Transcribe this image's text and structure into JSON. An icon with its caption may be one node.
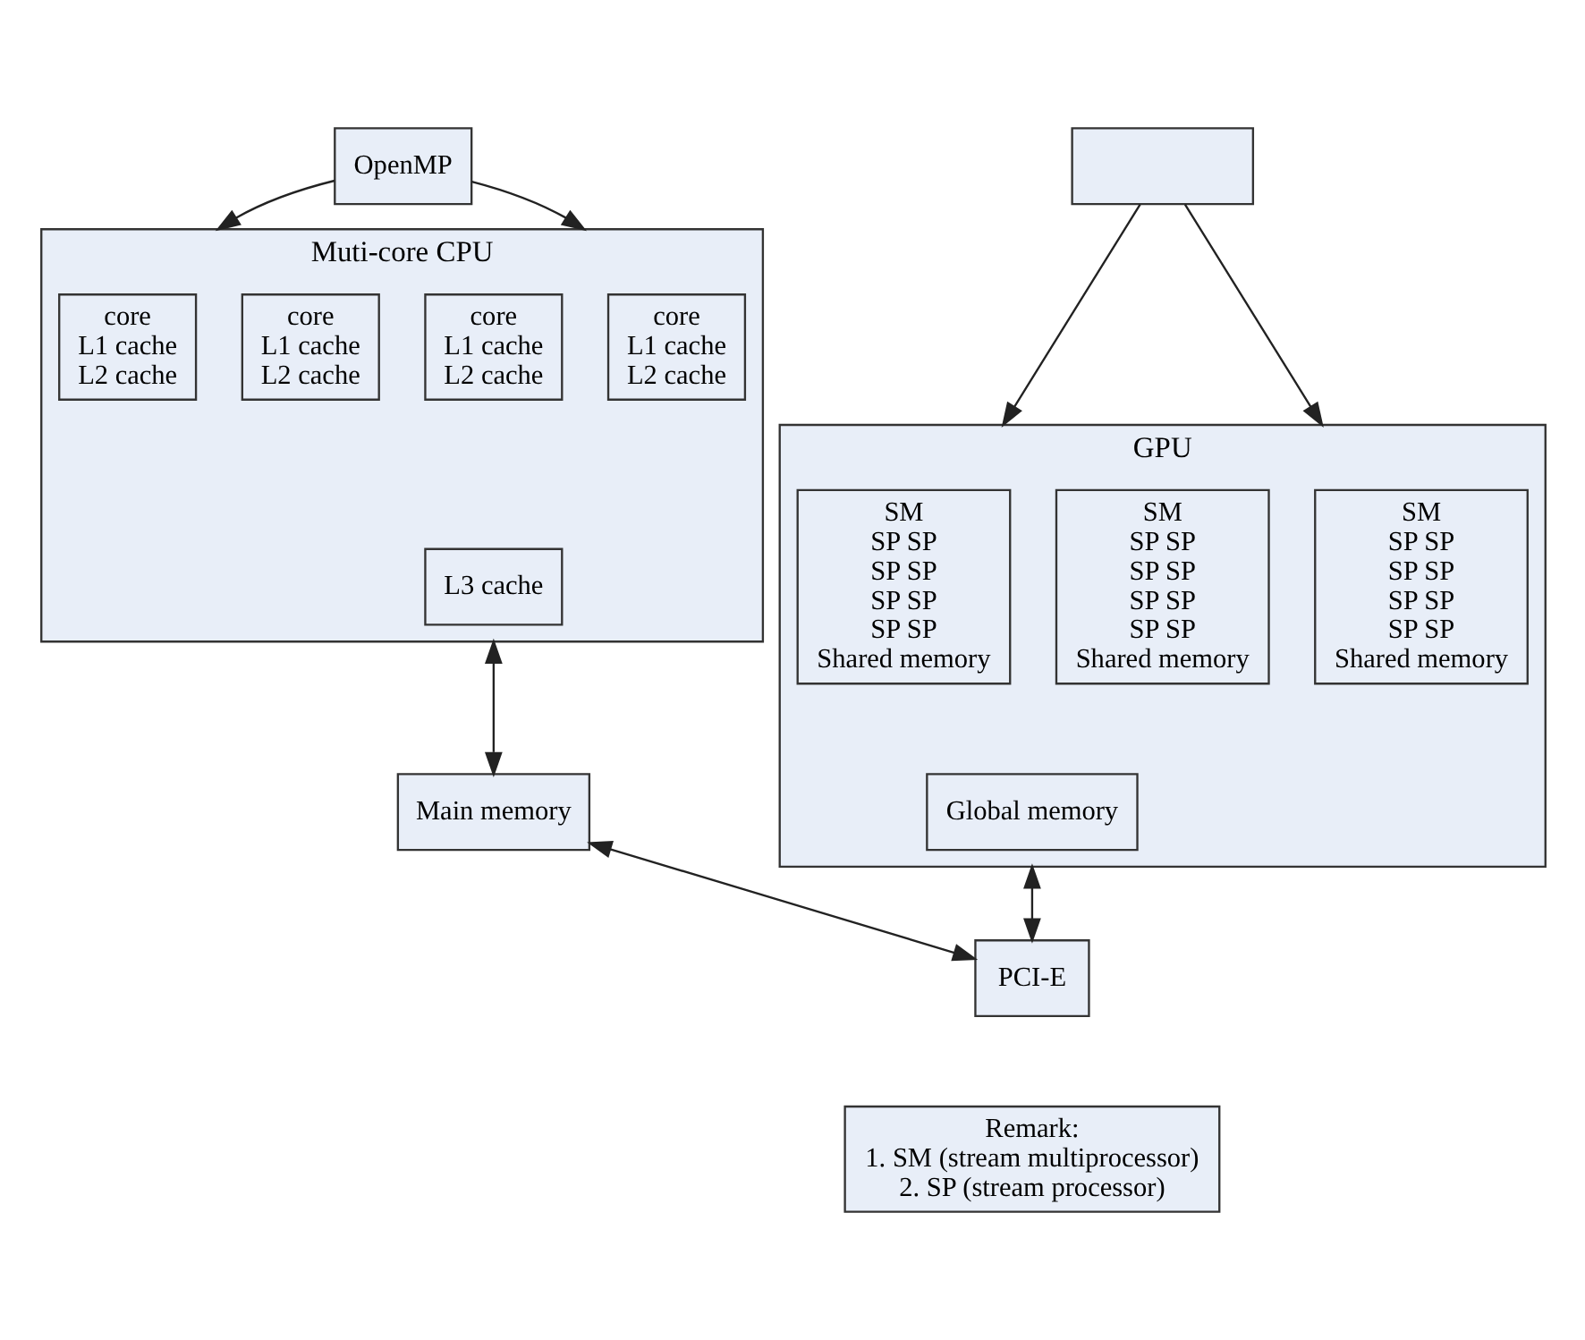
{
  "diagram": {
    "nodes": [
      {
        "text": [
          "OpenMP"
        ]
      },
      {
        "text": [],
        "shape": "box"
      },
      {
        "text": [
          "Muti-core CPU"
        ]
      },
      {
        "text": [
          "core",
          "L1 cache",
          "L2 cache"
        ],
        "in": 2
      },
      {
        "text": [
          "core",
          "L1 cache",
          "L2 cache"
        ],
        "in": 2
      },
      {
        "text": [
          "core",
          "L1 cache",
          "L2 cache"
        ],
        "in": 2
      },
      {
        "text": [
          "core",
          "L1 cache",
          "L2 cache"
        ],
        "in": 2
      },
      {
        "text": [
          "L3 cache"
        ],
        "in": 2
      },
      {
        "text": [
          "Main memory"
        ]
      },
      {
        "text": [
          "GPU"
        ]
      },
      {
        "text": [
          "SM",
          "SP SP",
          "SP SP",
          "SP SP",
          "SP SP",
          "Shared memory"
        ],
        "in": 9
      },
      {
        "text": [
          "SM",
          "SP SP",
          "SP SP",
          "SP SP",
          "SP SP",
          "Shared memory"
        ],
        "in": 9
      },
      {
        "text": [
          "SM",
          "SP SP",
          "SP SP",
          "SP SP",
          "SP SP",
          "Shared memory"
        ],
        "in": 9
      },
      {
        "text": [
          "Global memory"
        ],
        "in": 9
      },
      {
        "text": [
          "PCI-E"
        ]
      },
      {
        "text": [
          "Remark:",
          "1. SM (stream multiprocessor)",
          "2. SP (stream processor)"
        ]
      }
    ],
    "edges": [
      {
        "from": 0,
        "to": 2,
        "arrow": "to"
      },
      {
        "from": 0,
        "to": 2,
        "arrow": "to"
      },
      {
        "from": 1,
        "to": 9,
        "arrow": "to"
      },
      {
        "from": 1,
        "to": 9,
        "arrow": "to"
      },
      {
        "from": 2,
        "to": 8,
        "arrow": "both"
      },
      {
        "from": 8,
        "to": 14,
        "arrow": "both"
      },
      {
        "from": 14,
        "to": 9,
        "arrow": "both"
      }
    ]
  }
}
